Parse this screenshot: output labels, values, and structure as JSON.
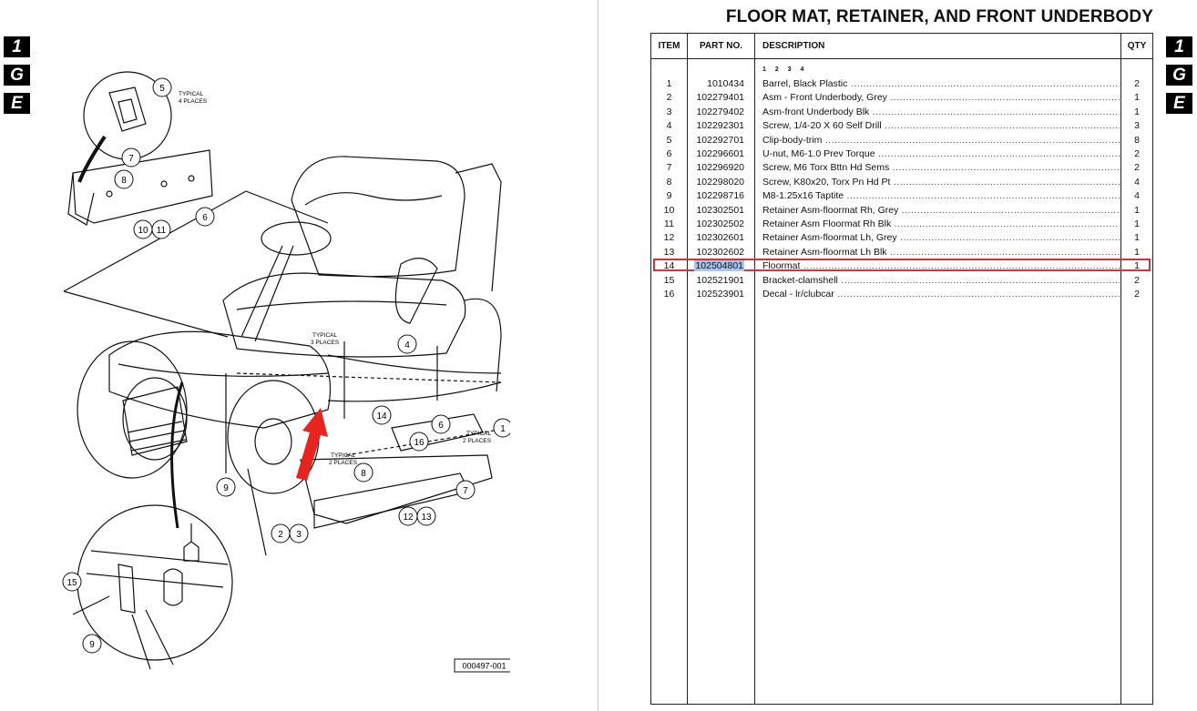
{
  "side_tabs": [
    "1",
    "G",
    "E"
  ],
  "title": "FLOOR MAT, RETAINER, AND FRONT UNDERBODY",
  "table": {
    "headers": {
      "item": "ITEM",
      "part_no": "PART NO.",
      "description": "DESCRIPTION",
      "qty": "QTY"
    },
    "levels": "1 2 3 4",
    "highlighted_item": "14",
    "rows": [
      {
        "item": "1",
        "part_no": "1010434",
        "description": "Barrel, Black Plastic",
        "qty": "2"
      },
      {
        "item": "2",
        "part_no": "102279401",
        "description": "Asm - Front Underbody, Grey",
        "qty": "1"
      },
      {
        "item": "3",
        "part_no": "102279402",
        "description": "Asm-front Underbody Blk",
        "qty": "1"
      },
      {
        "item": "4",
        "part_no": "102292301",
        "description": "Screw, 1/4-20 X 60 Self Drill",
        "qty": "3"
      },
      {
        "item": "5",
        "part_no": "102292701",
        "description": "Clip-body-trim",
        "qty": "8"
      },
      {
        "item": "6",
        "part_no": "102296601",
        "description": "U-nut, M6-1.0 Prev Torque",
        "qty": "2"
      },
      {
        "item": "7",
        "part_no": "102296920",
        "description": "Screw, M6 Torx Bttn Hd Sems",
        "qty": "2"
      },
      {
        "item": "8",
        "part_no": "102298020",
        "description": "Screw, K80x20, Torx Pn Hd Pt",
        "qty": "4"
      },
      {
        "item": "9",
        "part_no": "102298716",
        "description": "M8-1.25x16 Taptite",
        "qty": "4"
      },
      {
        "item": "10",
        "part_no": "102302501",
        "description": "Retainer Asm-floormat Rh, Grey",
        "qty": "1"
      },
      {
        "item": "11",
        "part_no": "102302502",
        "description": "Retainer Asm Floormat Rh Blk",
        "qty": "1"
      },
      {
        "item": "12",
        "part_no": "102302601",
        "description": "Retainer Asm-floormat Lh, Grey",
        "qty": "1"
      },
      {
        "item": "13",
        "part_no": "102302602",
        "description": "Retainer Asm-floormat Lh Blk",
        "qty": "1"
      },
      {
        "item": "14",
        "part_no": "102504801",
        "description": "Floormat",
        "qty": "1"
      },
      {
        "item": "15",
        "part_no": "102521901",
        "description": "Bracket-clamshell",
        "qty": "2"
      },
      {
        "item": "16",
        "part_no": "102523901",
        "description": "Decal - lr/clubcar",
        "qty": "2"
      }
    ]
  },
  "diagram": {
    "figure_number": "000497-001",
    "typical_notes": {
      "clip": [
        "TYPICAL",
        "4 PLACES"
      ],
      "screw4": [
        "TYPICAL",
        "3 PLACES"
      ],
      "barrel": [
        "TYPICAL",
        "2 PLACES"
      ],
      "screw8": [
        "TYPICAL",
        "2 PLACES"
      ]
    },
    "callouts": {
      "c5": "5",
      "c7a": "7",
      "c8a": "8",
      "c6a": "6",
      "c10": "10",
      "c11": "11",
      "c4": "4",
      "c14": "14",
      "c6b": "6",
      "c1": "1",
      "c16": "16",
      "c8b": "8",
      "c7b": "7",
      "c12": "12",
      "c13": "13",
      "c9a": "9",
      "c2": "2",
      "c3": "3",
      "c15": "15",
      "c9b": "9"
    }
  }
}
